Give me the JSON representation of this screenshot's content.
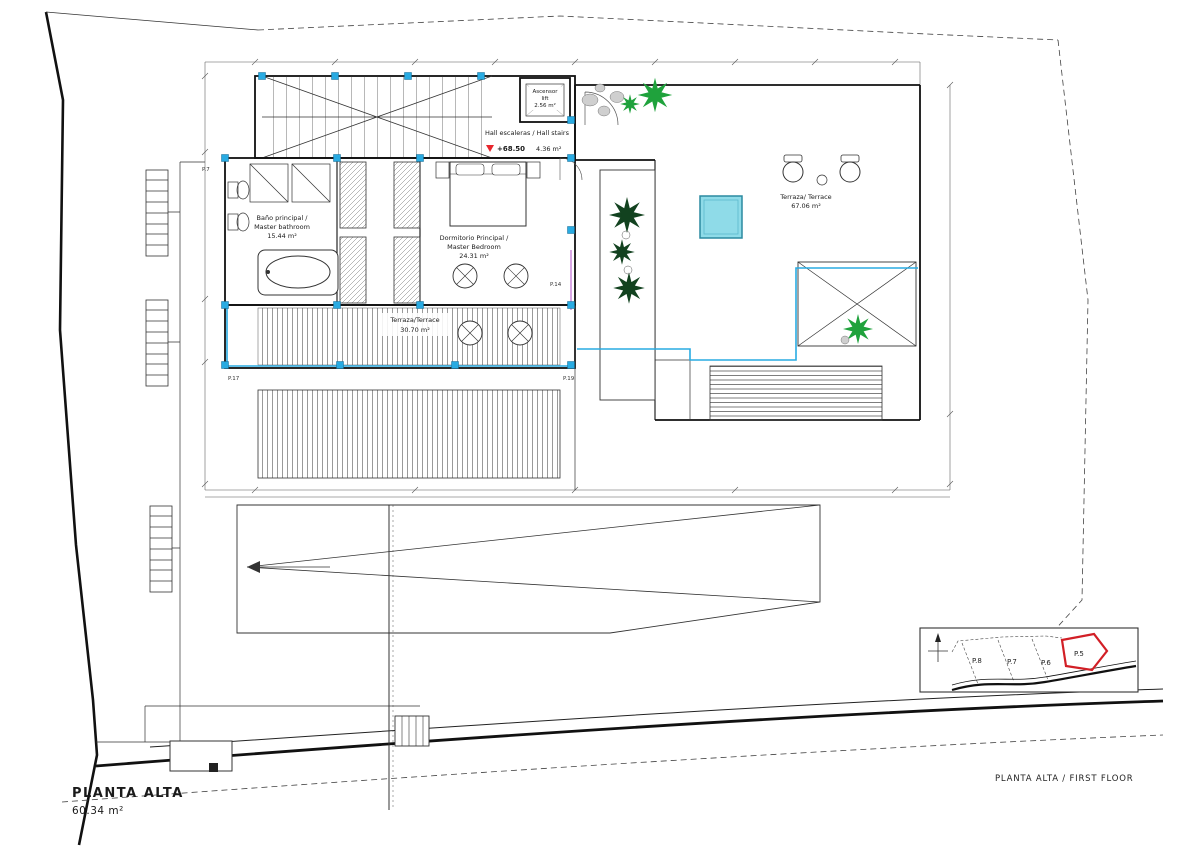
{
  "drawing": {
    "title": "PLANTA ALTA",
    "total_area": "60.34 m²",
    "footer_label": "PLANTA ALTA / FIRST FLOOR"
  },
  "rooms": {
    "hall_stairs": {
      "label": "Hall escaleras / Hall stairs",
      "area": "4.36 m²",
      "level": "+68.50"
    },
    "lift": {
      "name": "Ascensor",
      "name_en": "lift",
      "area": "2.56 m²"
    },
    "master_bathroom": {
      "name": "Baño principal /",
      "name_en": "Master bathroom",
      "area": "15.44 m²"
    },
    "master_bedroom": {
      "name": "Dormitorio Principal /",
      "name_en": "Master Bedroom",
      "area": "24.31 m²"
    },
    "terrace_main": {
      "name": "Terraza/Terrace",
      "area": "30.70 m²"
    },
    "terrace_upper": {
      "name": "Terraza/ Terrace",
      "area": "67.06 m²"
    }
  },
  "door_labels": {
    "p7": "P.7",
    "p14": "P.14",
    "p17": "P.17",
    "p19": "P.19"
  },
  "inset_map": {
    "plots": [
      {
        "label": "P.8"
      },
      {
        "label": "P.7"
      },
      {
        "label": "P.6"
      },
      {
        "label": "P.5"
      }
    ],
    "highlighted_plot": "P.5",
    "highlight_color": "#d21f26"
  },
  "colors": {
    "glazing": "#29abe2",
    "pool": "#8fdbe8",
    "level_mark": "#e8262d",
    "plant_green": "#1fa23c"
  }
}
